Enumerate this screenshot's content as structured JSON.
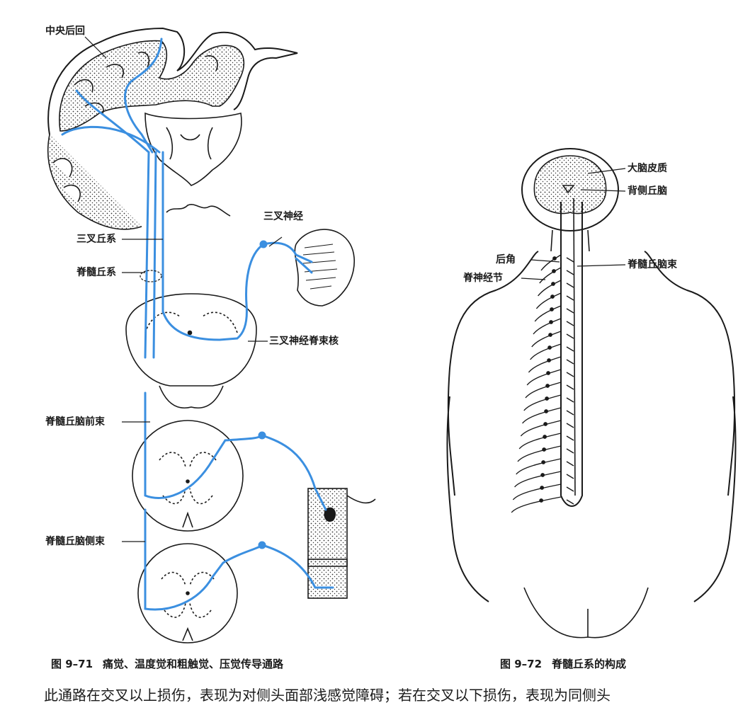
{
  "figure71": {
    "labels": {
      "postcentral_gyrus": "中央后回",
      "trigeminal_lemniscus": "三叉丘系",
      "spinal_lemniscus": "脊髓丘系",
      "trigeminal_nerve": "三叉神经",
      "spinal_trigeminal_nucleus": "三叉神经脊束核",
      "anterior_spinothalamic_tract": "脊髓丘脑前束",
      "lateral_spinothalamic_tract": "脊髓丘脑侧束"
    },
    "caption_number": "图 9–71",
    "caption_text": "痛觉、温度觉和粗触觉、压觉传导通路"
  },
  "figure72": {
    "labels": {
      "cerebral_cortex": "大脑皮质",
      "dorsal_thalamus": "背侧丘脑",
      "posterior_horn": "后角",
      "spinothalamic_tract": "脊髓丘脑束",
      "spinal_ganglion": "脊神经节"
    },
    "caption_number": "图 9–72",
    "caption_text": "脊髓丘系的构成"
  },
  "body_text": "此通路在交叉以上损伤，表现为对侧头面部浅感觉障碍；若在交叉以下损伤，表现为同侧头",
  "colors": {
    "pathway": "#3b8fe0",
    "line": "#1a1a1a"
  }
}
